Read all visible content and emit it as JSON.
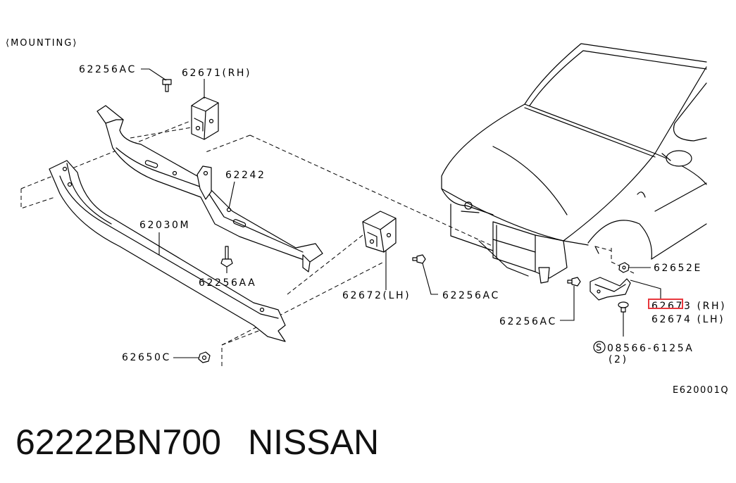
{
  "mounting_label": "⟨MOUNTING⟩",
  "callouts": {
    "bolt_top_left": "62256AC",
    "bracket_rh": "62671(RH)",
    "member": "62242",
    "beam": "62030M",
    "bolt_mid_left": "62256AA",
    "nut_bottom": "62650C",
    "bracket_lh": "62672(LH)",
    "bolt_mid": "62256AC",
    "bolt_right": "62256AC",
    "nut_right": "62652E",
    "bracket_right_rh": "62673 (RH)",
    "bracket_right_lh": "62674 (LH)",
    "screw_symbol": "S",
    "screw": "08566-6125A",
    "screw_qty": "(2)"
  },
  "diagram_code": "E620001Q",
  "part_number": "62222BN700",
  "brand": "NISSAN",
  "colors": {
    "highlight": "#e8383d",
    "ink": "#000000"
  }
}
